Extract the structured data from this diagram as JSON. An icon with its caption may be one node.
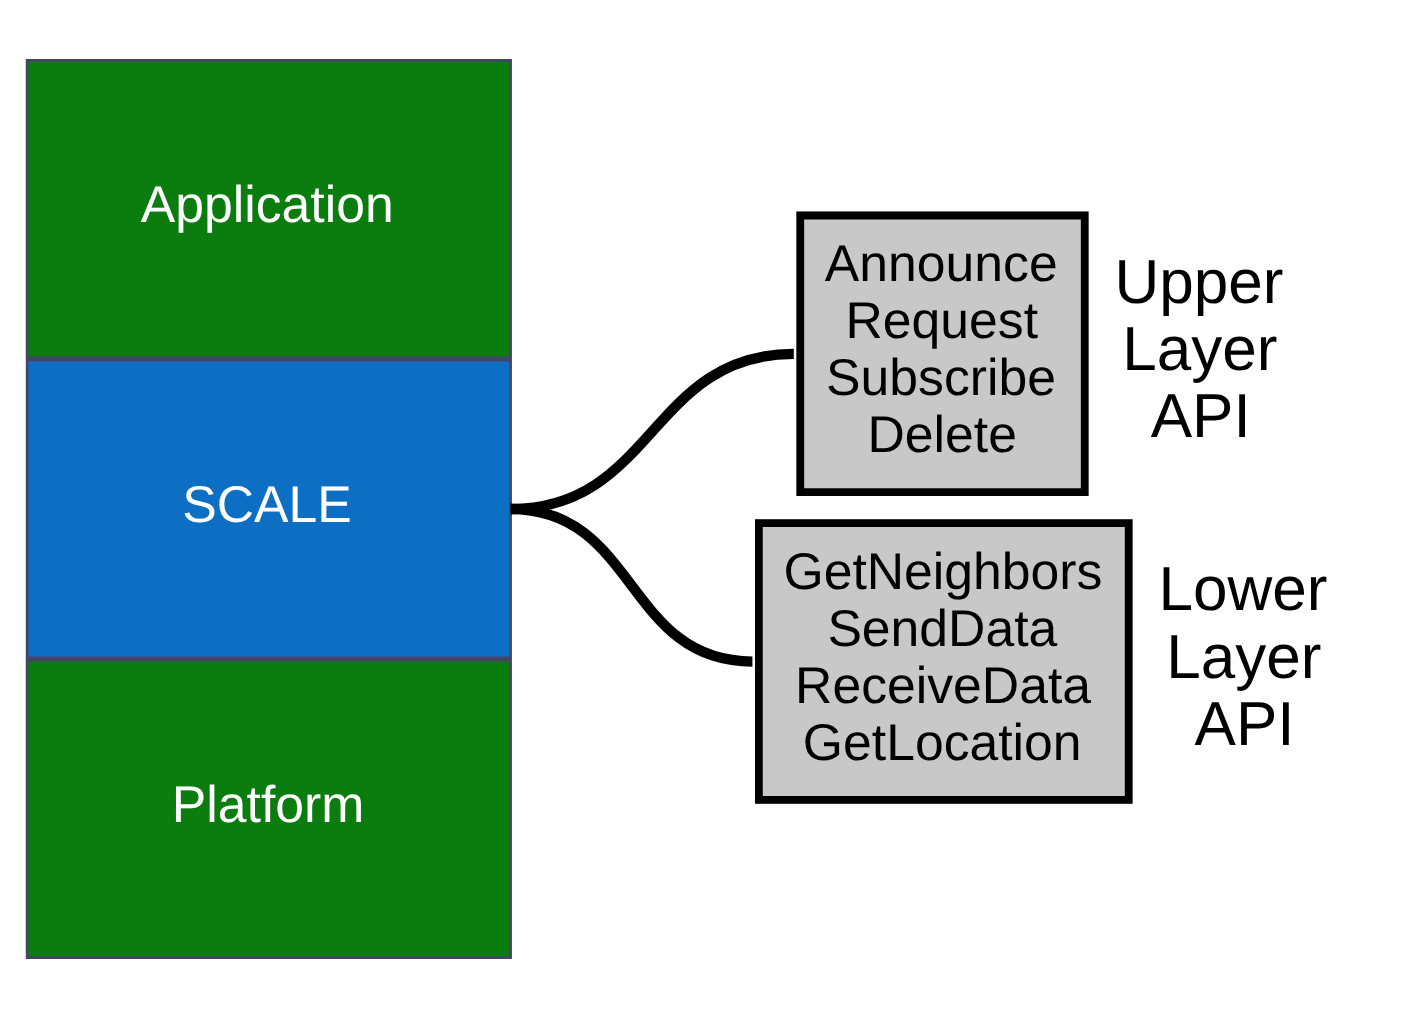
{
  "diagram": {
    "nodes": [
      {
        "text": [
          "Application"
        ]
      },
      {
        "text": [
          "SCALE"
        ]
      },
      {
        "text": [
          "Platform"
        ]
      },
      {
        "text": [
          "Announce",
          "Request",
          "Subscribe",
          "Delete"
        ],
        "beside": [
          "Upper Layer API"
        ]
      },
      {
        "text": [
          "GetNeighbors",
          "SendData",
          "ReceiveData",
          "GetLocation"
        ],
        "beside": [
          "Lower Layer API"
        ]
      }
    ],
    "edges": [
      {
        "from": 1,
        "to": 3,
        "arrow": "none"
      },
      {
        "from": 1,
        "to": 4,
        "arrow": "none"
      }
    ]
  }
}
